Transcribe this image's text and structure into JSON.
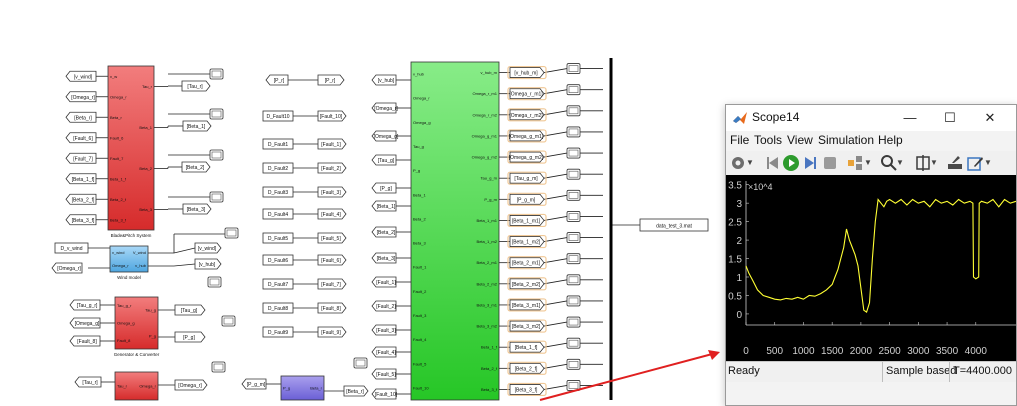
{
  "diagram": {
    "left_inputs_1": [
      "[v_wind]",
      "[Omega_r]",
      "[Beta_r]",
      "[Fault_6]",
      "[Fault_7]",
      "[Beta_1_f]",
      "[Beta_2_f]",
      "[Beta_3_f]"
    ],
    "blade_block": {
      "label": "Blade&Pitch System",
      "in_ports": [
        "v_w",
        "Omega_r",
        "Beta_r",
        "Fault_6",
        "Fault_7",
        "Beta_1_f",
        "Beta_2_f",
        "Beta_3_f"
      ],
      "out_ports": [
        "Tau_r",
        "Beta_1",
        "Beta_2",
        "Beta_3"
      ]
    },
    "blade_outputs": [
      "[Tau_r]",
      "[Beta_1]",
      "[Beta_2]",
      "[Beta_3]"
    ],
    "wind_inputs": [
      "D_v_wind",
      "[Omega_r]"
    ],
    "wind_block": {
      "label": "Wind model",
      "in_ports": [
        "v_wind",
        "Omega_r"
      ],
      "out_ports": [
        "V_wind",
        "v_hub"
      ]
    },
    "wind_outputs": [
      "[v_wind]",
      "[v_hub]"
    ],
    "gen_inputs": [
      "[Tau_g_r]",
      "[Omega_g]",
      "[Fault_8]"
    ],
    "gen_block": {
      "label": "Generator & Converter",
      "in_ports": [
        "Tau_g_r",
        "Omega_g",
        "Fault_8"
      ],
      "out_ports": [
        "Tau_g",
        "P_g"
      ]
    },
    "gen_outputs": [
      "[Tau_g]",
      "[P_g]"
    ],
    "bottom_block": {
      "in_ports": [
        "Tau_r"
      ],
      "out_ports": [
        "Omega_r"
      ]
    },
    "bottom_input": "[Tau_r]",
    "bottom_output": "[Omega_r]",
    "pr_from": "[P_r]",
    "pr_goto": "[P_r]",
    "faults_const": [
      "D_Fault10",
      "D_Fault1",
      "D_Fault2",
      "D_Fault3",
      "D_Fault4",
      "D_Fault5",
      "D_Fault6",
      "D_Fault7",
      "D_Fault8",
      "D_Fault9"
    ],
    "faults_goto": [
      "[Fault_10]",
      "[Fault_1]",
      "[Fault_2]",
      "[Fault_3]",
      "[Fault_4]",
      "[Fault_5]",
      "[Fault_6]",
      "[Fault_7]",
      "[Fault_8]",
      "[Fault_9]"
    ],
    "purple_block": {
      "in_port": "P_g",
      "out_port": "Beta_r"
    },
    "purple_input": "[P_g_m]",
    "purple_output": "[Beta_r]",
    "green_inputs": [
      "[v_hub]",
      "[Omega_r]",
      "[Omega_g]",
      "[Tau_g]",
      "[P_g]",
      "[Beta_1]",
      "[Beta_2]",
      "[Beta_3]",
      "[Fault_1]",
      "[Fault_2]",
      "[Fault_3]",
      "[Fault_4]",
      "[Fault_5]",
      "[Fault_10]"
    ],
    "green_in_ports": [
      "v_hub",
      "Omega_r",
      "Omega_g",
      "Tau_g",
      "P_g",
      "Beta_1",
      "Beta_2",
      "Beta_3",
      "Fault_1",
      "Fault_2",
      "Fault_3",
      "Fault_4",
      "Fault_5",
      "Fault_10"
    ],
    "green_out_ports": [
      "v_hub_m",
      "Omega_r_m1",
      "Omega_r_m2",
      "Omega_g_m1",
      "Omega_g_m2",
      "Tau_g_m",
      "P_g_m",
      "Beta_1_m1",
      "Beta_1_m2",
      "Beta_2_m1",
      "Beta_2_m2",
      "Beta_3_m1",
      "Beta_3_m2",
      "Beta_1_f",
      "Beta_2_f",
      "Beta_3_f"
    ],
    "green_gotos": [
      "[v_hub_m]",
      "[Omega_r_m1]",
      "[Omega_r_m2]",
      "[Omega_g_m1]",
      "[Omega_g_m2]",
      "[Tau_g_m]",
      "[P_g_m]",
      "[Beta_1_m1]",
      "[Beta_1_m2]",
      "[Beta_2_m1]",
      "[Beta_2_m2]",
      "[Beta_3_m1]",
      "[Beta_3_m2]",
      "[Beta_1_f]",
      "[Beta_2_f]",
      "[Beta_3_f]"
    ],
    "to_file": "data_test_3.mat"
  },
  "scope": {
    "title": "Scope14",
    "menu": [
      "File",
      "Tools",
      "View",
      "Simulation",
      "Help"
    ],
    "toolbar_icons": [
      "gear-icon",
      "rewind-icon",
      "run-icon",
      "step-forward-icon",
      "stop-icon",
      "highlight-icon",
      "zoom-icon",
      "axes-scale-icon",
      "measure-icon",
      "edit-icon"
    ],
    "status": {
      "left": "Ready",
      "mode": "Sample based",
      "time": "T=4400.000"
    },
    "colors": {
      "line": "#ffff33",
      "background": "#000000",
      "axes": "#d0d0d0"
    }
  },
  "chart_data": {
    "type": "line",
    "title": "",
    "xlabel": "",
    "ylabel": "",
    "y_exponent": "×10^4",
    "xlim": [
      0,
      4700
    ],
    "ylim": [
      -0.3,
      3.6
    ],
    "xticks": [
      0,
      500,
      1000,
      1500,
      2000,
      2500,
      3000,
      3500,
      4000
    ],
    "yticks": [
      0,
      0.5,
      1,
      1.5,
      2,
      2.5,
      3,
      3.5
    ],
    "grid": false,
    "series": [
      {
        "x": [
          0,
          50,
          120,
          200,
          300,
          400,
          500,
          600,
          700,
          800,
          900,
          1000,
          1100,
          1200,
          1300,
          1400,
          1500,
          1550,
          1600,
          1650,
          1700,
          1750,
          1800,
          1850,
          1900,
          1950,
          2000,
          2050,
          2100,
          2150,
          2200,
          2250,
          2300,
          2350,
          2400,
          2450,
          2500,
          2600,
          2700,
          2800,
          2900,
          3000,
          3100,
          3200,
          3300,
          3400,
          3500,
          3600,
          3700,
          3800,
          3900,
          3950,
          3960,
          4000,
          4050,
          4060,
          4100,
          4200,
          4300,
          4400,
          4500,
          4600,
          4700
        ],
        "y": [
          1.3,
          1.1,
          0.9,
          0.65,
          0.5,
          0.45,
          0.4,
          0.38,
          0.42,
          0.4,
          0.45,
          0.4,
          0.5,
          0.48,
          0.55,
          0.65,
          0.8,
          1.0,
          1.2,
          1.5,
          1.8,
          2.3,
          2.0,
          1.8,
          1.6,
          1.3,
          0.7,
          0.1,
          0.05,
          0.3,
          1.5,
          2.5,
          3.1,
          3.0,
          2.9,
          3.05,
          3.1,
          3.0,
          3.1,
          2.95,
          3.1,
          3.0,
          3.05,
          2.9,
          3.1,
          3.0,
          3.05,
          2.95,
          3.1,
          3.0,
          3.05,
          3.0,
          1.0,
          0.95,
          1.0,
          3.0,
          3.05,
          3.0,
          3.1,
          2.9,
          3.1,
          3.0,
          3.05
        ]
      }
    ]
  }
}
